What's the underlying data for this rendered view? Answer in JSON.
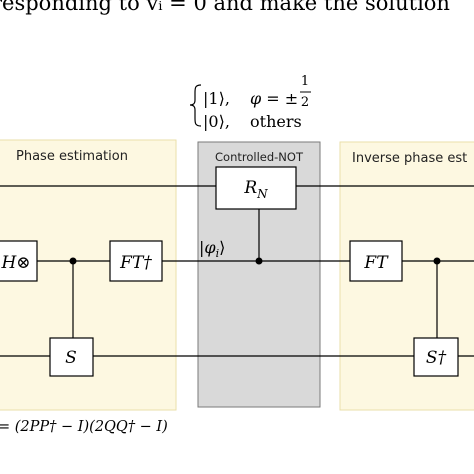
{
  "header_text": "responding to vᵢ = 0 and make the solution",
  "condition": {
    "line1_ket": "|1⟩,",
    "line1_phi": "φ = ±",
    "line1_num": "1",
    "line1_den": "2",
    "line2_ket": "|0⟩,",
    "line2_text": "others"
  },
  "panels": {
    "phase_estimation": "Phase estimation",
    "controlled_not": "Controlled-NOT",
    "inverse_phase_estimation": "Inverse phase est"
  },
  "gates": {
    "h_tensor": "H⊗",
    "ft_dagger": "FT†",
    "s": "S",
    "r_n_base": "R",
    "r_n_sub": "N",
    "ft": "FT",
    "s_dagger": "S†"
  },
  "state_label": {
    "ket_open": "|φ",
    "ket_sub": "i",
    "ket_close": "⟩"
  },
  "formula": "= (2PP† − I)(2QQ† − I)",
  "colors": {
    "panel_fill": "#fdf8e1",
    "panel_border": "#eadfaa",
    "cnot_fill": "#d9d9d9",
    "cnot_border": "#7a7a7a",
    "wire": "#000000"
  }
}
